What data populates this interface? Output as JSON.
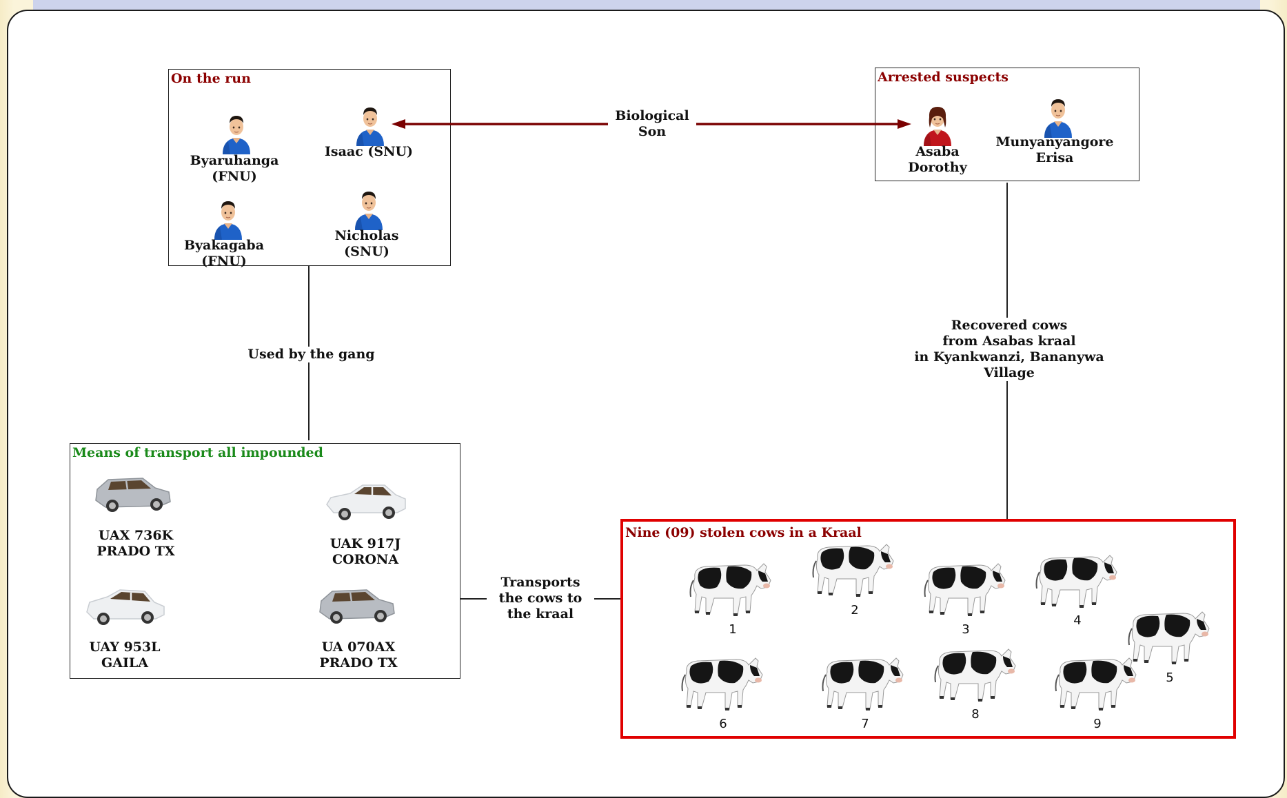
{
  "groups": {
    "on_the_run": {
      "title": "On the run",
      "people": [
        {
          "name": "Byaruhanga\n(FNU)",
          "icon": "man-icon"
        },
        {
          "name": "Isaac (SNU)",
          "icon": "man-icon"
        },
        {
          "name": "Byakagaba\n(FNU)",
          "icon": "man-icon"
        },
        {
          "name": "Nicholas\n(SNU)",
          "icon": "man-icon"
        }
      ]
    },
    "arrested": {
      "title": "Arrested suspects",
      "people": [
        {
          "name": "Asaba\nDorothy",
          "icon": "woman-icon"
        },
        {
          "name": "Munyanyangore\nErisa",
          "icon": "man-icon"
        }
      ]
    },
    "transport": {
      "title": "Means of transport all impounded",
      "vehicles": [
        {
          "label": "UAX 736K\nPRADO TX",
          "icon": "suv-icon"
        },
        {
          "label": "UAK 917J\nCORONA",
          "icon": "sedan-icon"
        },
        {
          "label": "UAY 953L\nGAILA",
          "icon": "hatchback-icon"
        },
        {
          "label": "UA 070AX\nPRADO TX",
          "icon": "suv-icon"
        }
      ]
    },
    "kraal": {
      "title": "Nine (09) stolen cows in a Kraal",
      "cows": [
        "1",
        "2",
        "3",
        "4",
        "5",
        "6",
        "7",
        "8",
        "9"
      ]
    }
  },
  "links": {
    "biological_son": "Biological\nSon",
    "used_by_gang": "Used by the gang",
    "recovered": "Recovered cows\nfrom Asabas kraal\nin Kyankwanzi, Bananywa\nVillage",
    "transports": "Transports\nthe cows to\nthe kraal"
  },
  "colors": {
    "title_dark_red": "#8b0000",
    "title_green": "#1a8a1a",
    "kraal_border": "#e00000",
    "arrow": "#7a0000"
  }
}
